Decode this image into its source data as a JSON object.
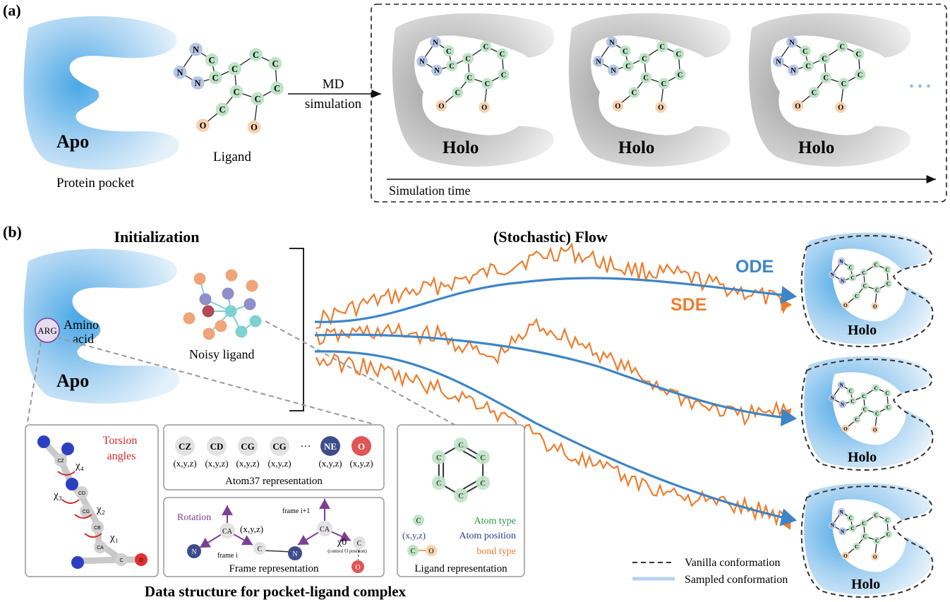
{
  "panel_a": {
    "label": "(a)",
    "apo": "Apo",
    "protein_pocket": "Protein pocket",
    "ligand": "Ligand",
    "md_line1": "MD",
    "md_line2": "simulation",
    "holo": "Holo",
    "ellipsis": "• • •",
    "sim_time": "Simulation time"
  },
  "panel_b": {
    "label": "(b)",
    "initialization": "Initialization",
    "flow_title": "(Stochastic) Flow",
    "ode": "ODE",
    "sde": "SDE",
    "arg": "ARG",
    "amino1": "Amino",
    "amino2": "acid",
    "apo": "Apo",
    "noisy_ligand": "Noisy ligand",
    "holo": "Holo",
    "legend_vanilla": "Vanilla conformation",
    "legend_sampled": "Sampled conformation",
    "data_structure_title": "Data structure for pocket-ligand complex",
    "torsion1": "Torsion",
    "torsion2": "angles",
    "chi4": "χ₄",
    "chi3": "χ₃",
    "chi2": "χ₂",
    "chi1": "χ₁",
    "atoms_left": [
      "CZ",
      "CD",
      "CG",
      "CG"
    ],
    "atoms_dots": "···",
    "atom_ne": "NE",
    "atom_o": "O",
    "xyz": "(x,y,z)",
    "atom37": "Atom37 representation",
    "rotation": "Rotation",
    "frame_i": "frame i",
    "frame_i1": "frame i+1",
    "chi0": "χ0",
    "control_o": "(control O position)",
    "frame_rep": "Frame representation",
    "atom_type": "Atom type",
    "atom_position": "Atom position",
    "bond_type": "bond type",
    "ligand_rep": "Ligand representation",
    "c": "C",
    "n": "N",
    "o": "O",
    "ca": "CA",
    "cb": "CB",
    "cd": "CD",
    "cg": "CG",
    "cz": "CZ"
  },
  "colors": {
    "pocket_blue": "#6fb6e8",
    "ode_blue": "#3d85c6",
    "sde_orange": "#ee7d2f",
    "carbon_green": "#bfe3c6",
    "nitrogen_blue": "#b5c6e6",
    "oxygen_peach": "#f6d2b0",
    "gray_pocket": "#c8c8c8",
    "purple": "#7b3f98"
  }
}
